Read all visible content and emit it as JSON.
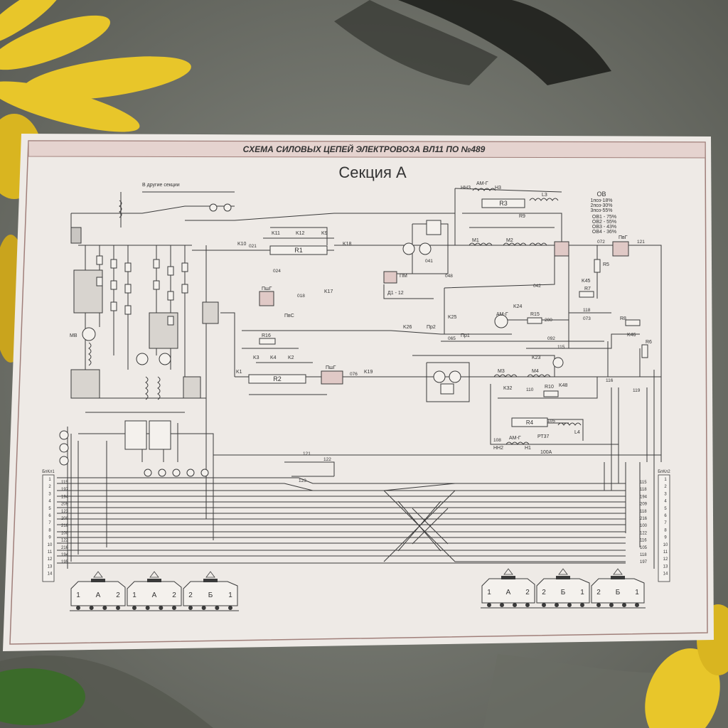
{
  "header": {
    "title": "СХЕМА СИЛОВЫХ ЦЕПЕЙ ЭЛЕКТРОВОЗА ВЛ11 ПО №489",
    "section": "Секция А"
  },
  "legend": {
    "heading": "ОВ",
    "lines": [
      "1поз-18%",
      "2поз-30%",
      "3поз-55%",
      "ОВ1 - 75%",
      "ОВ2 - 55%",
      "ОВ3 - 43%",
      "ОВ4 - 36%"
    ]
  },
  "notes": {
    "other_section": "В другие секции"
  },
  "components": {
    "r1": "R1",
    "r2": "R2",
    "r3": "R3",
    "r4": "R4",
    "l3": "L3",
    "l4": "L4",
    "m1": "M1",
    "m2": "M2",
    "m3": "M3",
    "m4": "M4",
    "k10": "K10",
    "k11": "K11",
    "k12": "K12",
    "k9": "K9",
    "k1": "K1",
    "k2": "K2",
    "k3": "K3",
    "k4": "K4",
    "k17": "K17",
    "k18": "K18",
    "k19": "K19",
    "k23": "K23",
    "k24": "K24",
    "k25": "K25",
    "k26": "K26",
    "k32": "K32",
    "k45": "K45",
    "k46": "K46",
    "k48": "K48",
    "r5": "R5",
    "r6": "R6",
    "r7": "R7",
    "r8": "R8",
    "r9": "R9",
    "r10": "R10",
    "r15": "R15",
    "r16": "R16",
    "pr1": "Пр1",
    "pr2": "Пр2",
    "pshg": "ПшГ",
    "pvg": "ПвГ",
    "ps": "ПвС",
    "pm": "ПМ",
    "amg": "АМ-Г",
    "nn3": "НН3",
    "n3": "Н3",
    "nn2": "НН2",
    "n1": "Н1",
    "rt37": "РТ37",
    "a100": "100A",
    "d1": "Д1 - 12",
    "mv": "МВ",
    "bpk1": "БпКл1",
    "bpk2": "БпКл2"
  },
  "wires": {
    "w121": "121",
    "w072": "072",
    "w042": "042",
    "w073": "073",
    "w118": "118",
    "w115": "115",
    "w092": "092",
    "w065": "065",
    "w200": "200",
    "w119": "119",
    "w116": "116",
    "w110": "110",
    "w105": "105",
    "w108": "108",
    "w021": "021",
    "w018": "018",
    "w024": "024",
    "w041": "041",
    "w048": "048",
    "w122": "122",
    "w123": "123",
    "w076": "076"
  },
  "terminals_left": {
    "labels": [
      "115",
      "197",
      "194",
      "209",
      "123",
      "200",
      "216",
      "100",
      "122",
      "216",
      "194",
      "195"
    ],
    "numbers": [
      "1",
      "2",
      "3",
      "4",
      "5",
      "6",
      "7",
      "8",
      "9",
      "10",
      "11",
      "12",
      "13",
      "14"
    ]
  },
  "terminals_right": {
    "labels": [
      "115",
      "118",
      "194",
      "209",
      "118",
      "216",
      "100",
      "122",
      "116",
      "105",
      "118",
      "197"
    ],
    "numbers": [
      "1",
      "2",
      "3",
      "4",
      "5",
      "6",
      "7",
      "8",
      "9",
      "10",
      "11",
      "12",
      "13",
      "14"
    ]
  },
  "locos_left": [
    {
      "a": "1",
      "b": "А",
      "c": "2"
    },
    {
      "a": "1",
      "b": "А",
      "c": "2"
    },
    {
      "a": "2",
      "b": "Б",
      "c": "1"
    }
  ],
  "locos_right": [
    {
      "a": "1",
      "b": "А",
      "c": "2"
    },
    {
      "a": "2",
      "b": "Б",
      "c": "1"
    },
    {
      "a": "2",
      "b": "Б",
      "c": "1"
    }
  ],
  "colors": {
    "paper": "#eeeae6",
    "header_band": "#e5d3cf",
    "border": "#a07f7a",
    "ink": "#3a3a3a",
    "flower": "#e8c62a",
    "fabric": "#7c7f77"
  }
}
